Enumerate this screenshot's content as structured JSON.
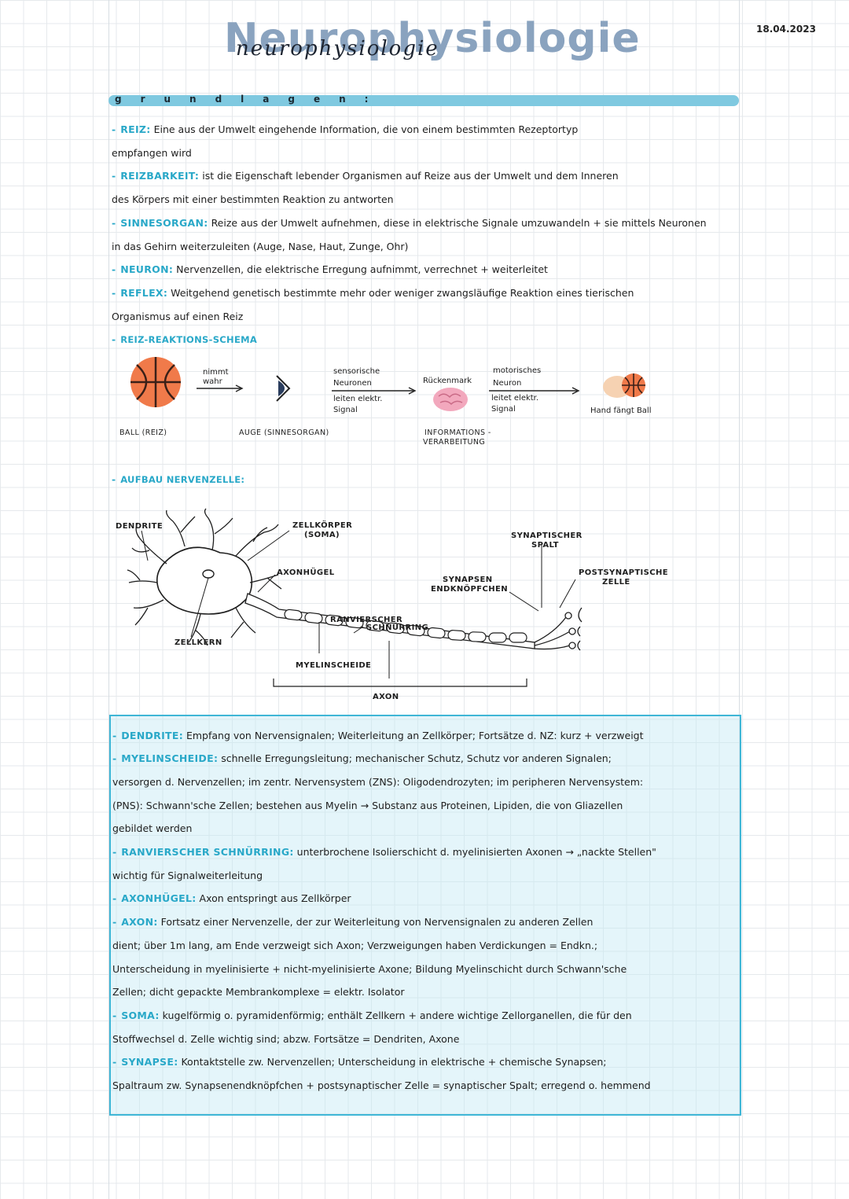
{
  "title": "Neurophysiologie",
  "title_script": "neurophysiologie",
  "date": "18.04.2023",
  "grundlagen_heading": "grundlagen:",
  "definitions": [
    {
      "term": "REIZ:",
      "lines": [
        "Eine aus der Umwelt eingehende Information, die von einem bestimmten Rezeptortyp",
        "empfangen wird"
      ]
    },
    {
      "term": "REIZBARKEIT:",
      "lines": [
        "ist die Eigenschaft lebender Organismen auf Reize aus der Umwelt und dem Inneren",
        "des Körpers mit einer bestimmten Reaktion zu antworten"
      ]
    },
    {
      "term": "SINNESORGAN:",
      "lines": [
        "Reize aus der Umwelt aufnehmen, diese in elektrische Signale umzuwandeln + sie mittels Neuronen",
        "in das Gehirn weiterzuleiten (Auge, Nase, Haut, Zunge, Ohr)"
      ]
    },
    {
      "term": "NEURON:",
      "lines": [
        "Nervenzellen, die elektrische Erregung aufnimmt, verrechnet + weiterleitet"
      ]
    },
    {
      "term": "REFLEX:",
      "lines": [
        "Weitgehend genetisch bestimmte mehr oder weniger zwangsläufige Reaktion eines tierischen",
        "Organismus auf einen Reiz"
      ]
    }
  ],
  "schema": {
    "heading": "REIZ-REAKTIONS-SCHEMA",
    "ball_label": "BALL (REIZ)",
    "arrow1_label": [
      "nimmt",
      "wahr"
    ],
    "auge_label": "AUGE (SINNESORGAN)",
    "sensory_top": [
      "sensorische",
      "Neuronen"
    ],
    "sensory_bottom": [
      "leiten elektr.",
      "Signal"
    ],
    "ruecken_label": "Rückenmark",
    "info_label": [
      "INFORMATIONS -",
      "VERARBEITUNG"
    ],
    "motor_top": [
      "motorisches",
      "Neuron"
    ],
    "motor_bottom": [
      "leitet elektr.",
      "Signal"
    ],
    "hand_label": "Hand fängt Ball"
  },
  "aufbau": {
    "heading": "AUFBAU NERVENZELLE:",
    "labels": {
      "dendrite": "DENDRITE",
      "zellkoerper": [
        "ZELLKÖRPER",
        "(SOMA)"
      ],
      "axonhuegel": "AXONHÜGEL",
      "zellkern": "ZELLKERN",
      "ranvier": [
        "RANVIERSCHER",
        "SCHNÜRRING"
      ],
      "myelin": "MYELINSCHEIDE",
      "axon": "AXON",
      "synapsen": [
        "SYNAPSEN",
        "ENDKNÖPFCHEN"
      ],
      "spalt": [
        "SYNAPTISCHER",
        "SPALT"
      ],
      "post": [
        "POSTSYNAPTISCHE",
        "ZELLE"
      ]
    }
  },
  "box": [
    {
      "term": "DENDRITE:",
      "lines": [
        "Empfang von Nervensignalen; Weiterleitung an Zellkörper; Fortsätze d. NZ: kurz + verzweigt"
      ]
    },
    {
      "term": "MYELINSCHEIDE:",
      "lines": [
        "schnelle Erregungsleitung; mechanischer Schutz, Schutz vor anderen Signalen;",
        "versorgen d. Nervenzellen; im zentr. Nervensystem (ZNS): Oligodendrozyten; im peripheren Nervensystem:",
        "(PNS): Schwann'sche Zellen; bestehen aus Myelin → Substanz aus Proteinen, Lipiden, die von Gliazellen",
        "gebildet werden"
      ]
    },
    {
      "term": "RANVIERSCHER SCHNÜRRING:",
      "lines": [
        "unterbrochene Isolierschicht d. myelinisierten Axonen → „nackte Stellen\"",
        "wichtig für Signalweiterleitung"
      ]
    },
    {
      "term": "AXONHÜGEL:",
      "lines": [
        "Axon entspringt aus Zellkörper"
      ]
    },
    {
      "term": "AXON:",
      "lines": [
        "Fortsatz einer Nervenzelle, der zur Weiterleitung von Nervensignalen zu anderen Zellen",
        "dient; über 1m lang, am Ende verzweigt sich Axon; Verzweigungen haben Verdickungen = Endkn.;",
        "Unterscheidung in myelinisierte + nicht-myelinisierte Axone; Bildung Myelinschicht durch Schwann'sche",
        "Zellen; dicht gepackte Membrankomplexe = elektr. Isolator"
      ]
    },
    {
      "term": "SOMA:",
      "lines": [
        "kugelförmig o. pyramidenförmig; enthält Zellkern + andere wichtige Zellorganellen, die für den",
        "Stoffwechsel d. Zelle wichtig sind; abzw. Fortsätze = Dendriten, Axone"
      ]
    },
    {
      "term": "SYNAPSE:",
      "lines": [
        "Kontaktstelle zw. Nervenzellen; Unterscheidung in elektrische + chemische Synapsen;",
        "Spaltraum zw. Synapsenendknöpfchen + postsynaptischer Zelle = synaptischer Spalt; erregend o. hemmend"
      ]
    }
  ]
}
